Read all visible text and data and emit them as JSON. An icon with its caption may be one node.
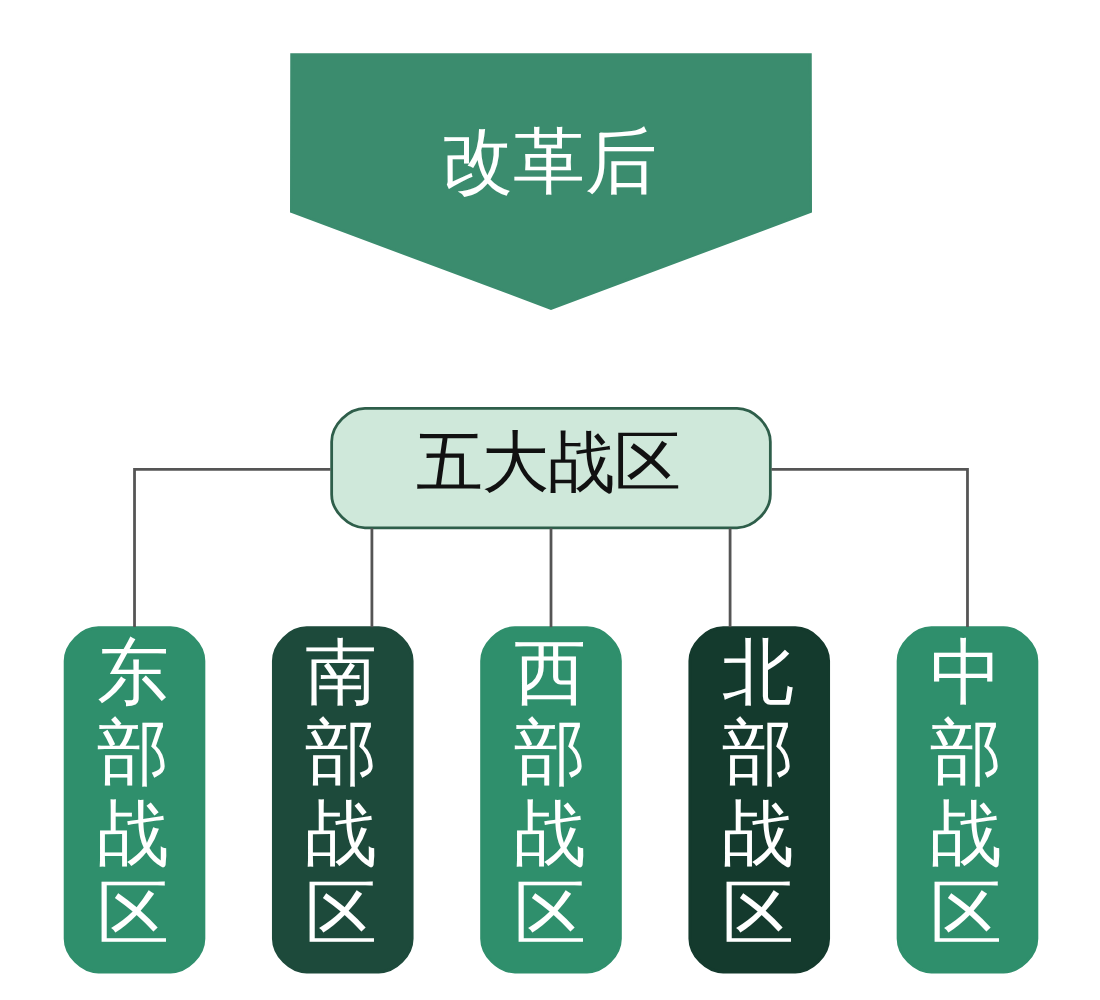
{
  "diagram": {
    "nodes": [
      {
        "text": [
          "改革后"
        ]
      },
      {
        "text": [
          "五大战区"
        ]
      },
      {
        "text": [
          "东部战区"
        ]
      },
      {
        "text": [
          "南部战区"
        ]
      },
      {
        "text": [
          "西部战区"
        ]
      },
      {
        "text": [
          "北部战区"
        ]
      },
      {
        "text": [
          "中部战区"
        ]
      }
    ],
    "edges": [
      {
        "from": 1,
        "to": 2,
        "arrow": "none"
      },
      {
        "from": 1,
        "to": 3,
        "arrow": "none"
      },
      {
        "from": 1,
        "to": 4,
        "arrow": "none"
      },
      {
        "from": 1,
        "to": 5,
        "arrow": "none"
      },
      {
        "from": 1,
        "to": 6,
        "arrow": "none"
      }
    ]
  }
}
